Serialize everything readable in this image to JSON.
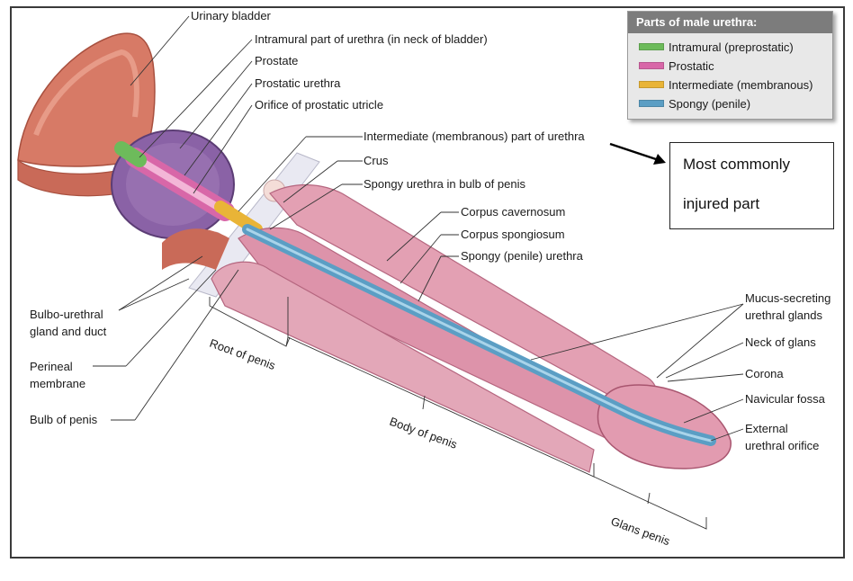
{
  "colors": {
    "intramural": "#6dbb5b",
    "prostatic": "#d867a8",
    "intermediate": "#e9b437",
    "spongy": "#5b9ec4",
    "tissue": "#e3a0b3",
    "tissue_dark": "#c9748f",
    "bladder": "#d77a66",
    "prostate": "#8a62a6"
  },
  "legend": {
    "title": "Parts of male urethra:",
    "items": [
      {
        "label": "Intramural (preprostatic)",
        "color": "#6dbb5b"
      },
      {
        "label": "Prostatic",
        "color": "#d867a8"
      },
      {
        "label": "Intermediate (membranous)",
        "color": "#e9b437"
      },
      {
        "label": "Spongy (penile)",
        "color": "#5b9ec4"
      }
    ]
  },
  "labels": {
    "urinary_bladder": "Urinary bladder",
    "intramural": "Intramural part of urethra (in neck of bladder)",
    "prostate": "Prostate",
    "prostatic_urethra": "Prostatic urethra",
    "orifice_utricle": "Orifice of prostatic utricle",
    "intermediate_part": "Intermediate (membranous) part of urethra",
    "crus": "Crus",
    "spongy_bulb": "Spongy urethra in bulb of penis",
    "corpus_cavernosum": "Corpus cavernosum",
    "corpus_spongiosum": "Corpus spongiosum",
    "spongy_urethra": "Spongy (penile) urethra",
    "mucus_glands_1": "Mucus-secreting",
    "mucus_glands_2": "urethral glands",
    "neck_of_glans": "Neck of glans",
    "corona": "Corona",
    "navicular_fossa": "Navicular fossa",
    "external_orifice_1": "External",
    "external_orifice_2": "urethral orifice",
    "bulbo_1": "Bulbo-urethral",
    "bulbo_2": "gland and duct",
    "perineal_1": "Perineal",
    "perineal_2": "membrane",
    "bulb_of_penis": "Bulb of penis",
    "root_of_penis": "Root of penis",
    "body_of_penis": "Body of penis",
    "glans_penis": "Glans penis"
  },
  "annotation": {
    "line1": "Most commonly",
    "line2": "injured part"
  }
}
